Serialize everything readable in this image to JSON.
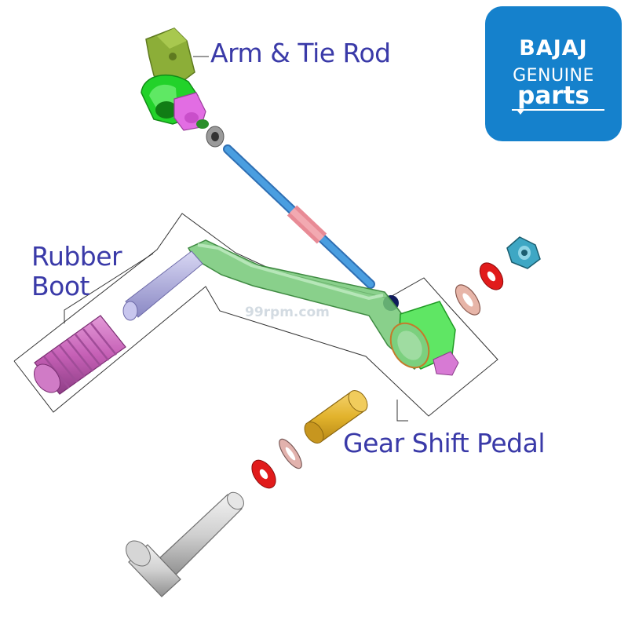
{
  "labels": {
    "arm_tie_rod": "Arm & Tie Rod",
    "rubber_boot": "Rubber\nBoot",
    "gear_shift_pedal": "Gear Shift Pedal"
  },
  "logo": {
    "brand": "BAJAJ",
    "line1": "GENUINE",
    "line2": "parts",
    "background": "#1581cc"
  },
  "watermark": "99rpm.com",
  "colors": {
    "label_text": "#3a3aa8",
    "green_part": "#22d22a",
    "arm_olive": "#8cae38",
    "rod_blue": "#4a9ee0",
    "rod_pink": "#e88a95",
    "pedal_green": "#74c877",
    "boot_pink": "#c660b6",
    "pin_lavender": "#a9a7dc",
    "washer_red": "#e11b1b",
    "bush_gold": "#e2b32c",
    "nut_teal": "#3ea7c4",
    "bolt_grey": "#c8c8c8"
  }
}
